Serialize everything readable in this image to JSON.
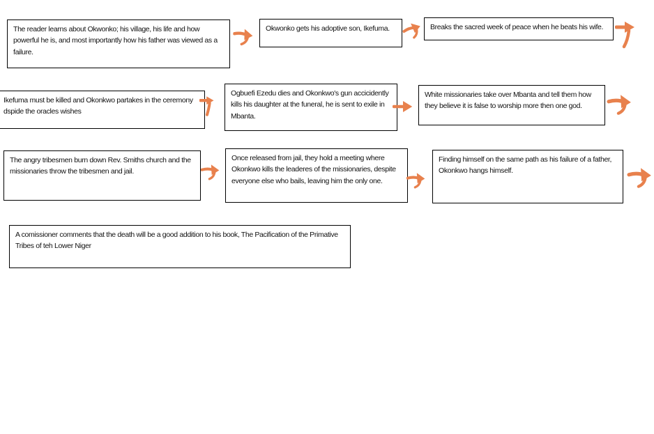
{
  "diagram": {
    "background_color": "#ffffff",
    "arrow_color": "#E8814D",
    "box_border_color": "#000000",
    "boxes": [
      {
        "text": "The reader learns about Okwonko; his village, his life and how powerful he is, and most importantly how his father was viewed as a failure."
      },
      {
        "text": "Okwonko gets his adoptive son, Ikefuma."
      },
      {
        "text": "Breaks the sacred week of peace when he beats his wife."
      },
      {
        "text": "Ikefuma must be killed and Okonkwo partakes in the ceremony dspide the oracles wishes"
      },
      {
        "text": "Ogbuefi Ezedu dies and Okonkwo's gun accicidently kills his daughter at the funeral, he is sent to exile in Mbanta."
      },
      {
        "text": "White missionaries take over Mbanta and tell them how they believe it is false to worship more then one god."
      },
      {
        "text": "The angry tribesmen burn down Rev. Smiths church and the missionaries throw the tribesmen and jail."
      },
      {
        "text": "Once released from jail, they hold a meeting where Okonkwo kills the leaderes of the missionaries, despite everyone else who bails, leaving him the only one."
      },
      {
        "text": "Finding himself on the same path as his failure of a father, Okonkwo hangs himself."
      },
      {
        "text": "A comissioner comments that the death will be a good addition to his book, The Pacification of the Primative Tribes of teh Lower Niger"
      }
    ],
    "arrows": [
      {
        "name": "arrow-1",
        "direction": "right"
      },
      {
        "name": "arrow-2",
        "direction": "right-up"
      },
      {
        "name": "arrow-3",
        "direction": "right-down"
      },
      {
        "name": "arrow-4",
        "direction": "right-down"
      },
      {
        "name": "arrow-5",
        "direction": "right"
      },
      {
        "name": "arrow-6",
        "direction": "right-down"
      },
      {
        "name": "arrow-7",
        "direction": "right-down"
      },
      {
        "name": "arrow-8",
        "direction": "right-down"
      },
      {
        "name": "arrow-9",
        "direction": "right-down"
      }
    ]
  }
}
